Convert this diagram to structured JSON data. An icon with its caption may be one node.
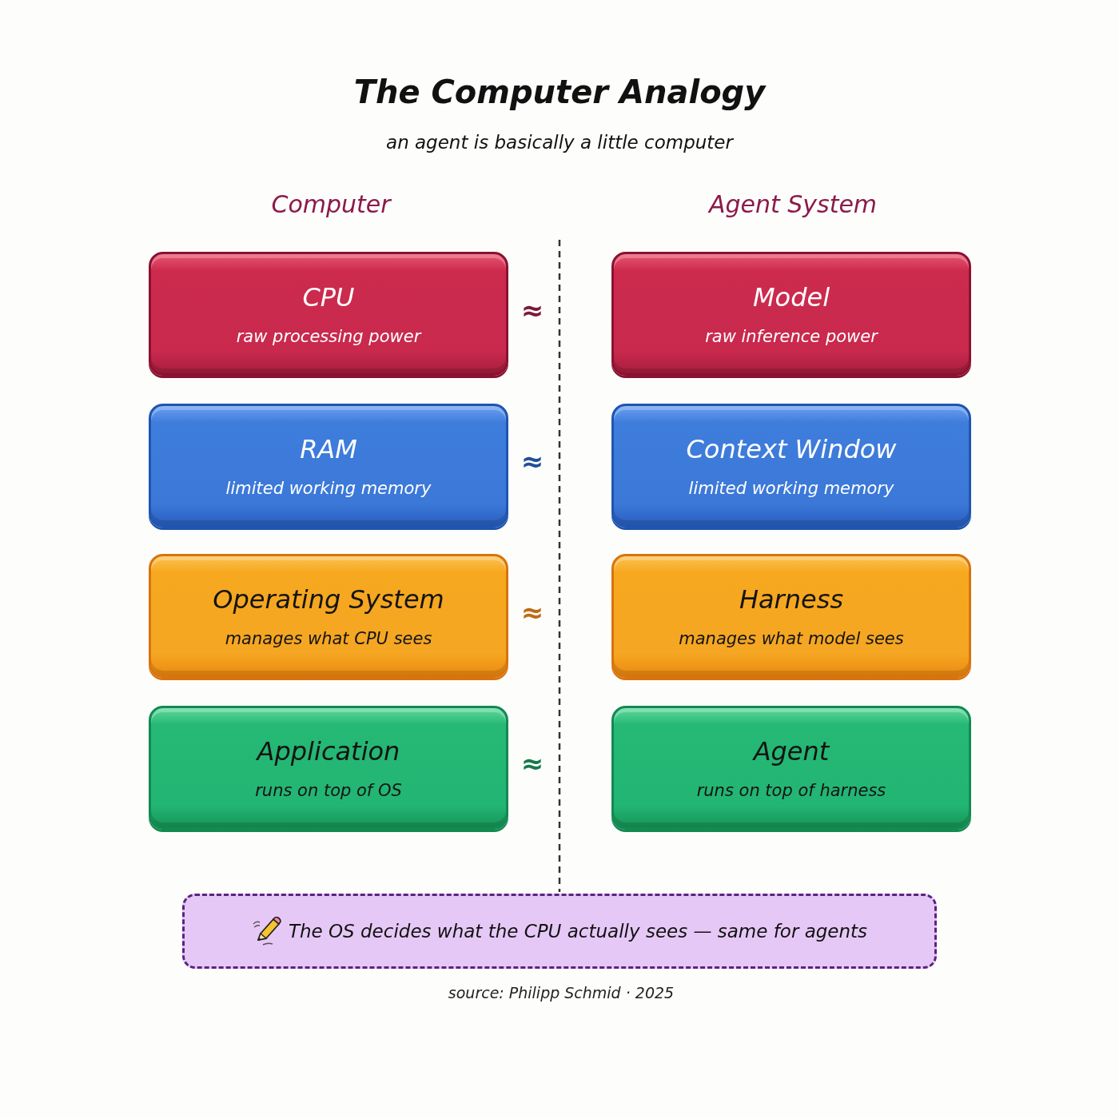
{
  "diagram": {
    "title": "The Computer Analogy",
    "nodes": [
      {
        "text": [
          "CPU",
          "raw processing power"
        ]
      },
      {
        "text": [
          "Model",
          "raw inference power"
        ]
      },
      {
        "text": [
          "RAM",
          "limited working memory"
        ]
      },
      {
        "text": [
          "Context Window",
          "limited working memory"
        ]
      },
      {
        "text": [
          "Operating System",
          "manages what CPU sees"
        ]
      },
      {
        "text": [
          "Harness",
          "manages what model sees"
        ]
      },
      {
        "text": [
          "Application",
          "runs on top of OS"
        ]
      },
      {
        "text": [
          "Agent",
          "runs on top of harness"
        ]
      },
      {
        "text": [
          "The OS decides what the CPU actually sees — same for agents"
        ]
      }
    ],
    "labels": [
      "an agent is basically a little computer",
      "Computer",
      "Agent System",
      "≈",
      "≈",
      "≈",
      "≈",
      "source: Philipp Schmid · 2025"
    ]
  }
}
